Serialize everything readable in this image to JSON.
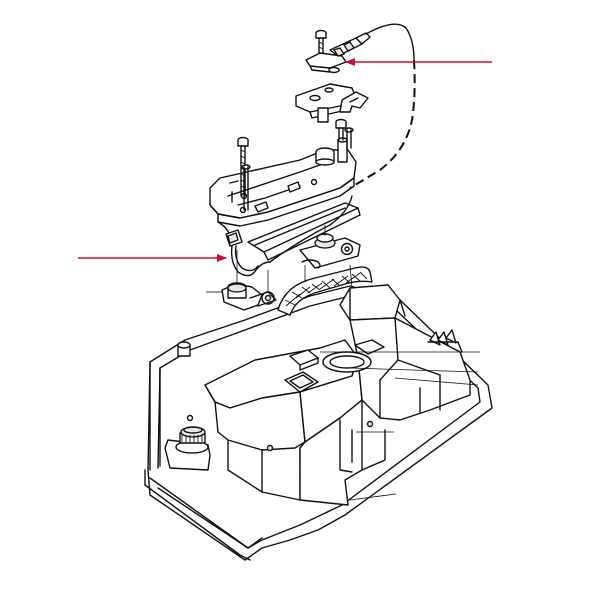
{
  "diagram": {
    "kind": "exploded-parts-view",
    "callouts": [
      {
        "id": "top-arrow",
        "color": "#c8102e",
        "direction": "left"
      },
      {
        "id": "left-arrow",
        "color": "#c8102e",
        "direction": "right"
      }
    ],
    "colors": {
      "line": "#111111",
      "background": "#ffffff",
      "callout": "#c8102e"
    }
  }
}
